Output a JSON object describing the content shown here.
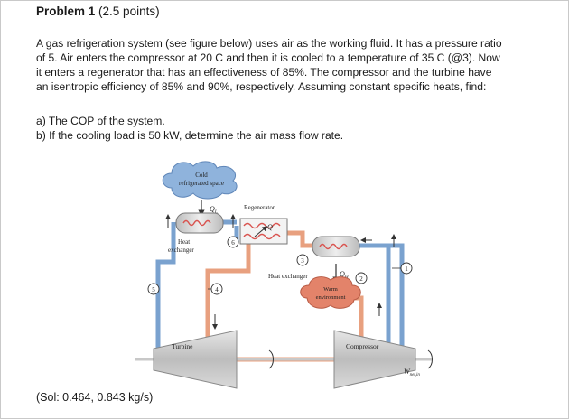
{
  "problem": {
    "heading": "Problem 1",
    "points": "(2.5 points)",
    "text_lines": [
      "A gas refrigeration system (see figure below) uses air as the working fluid. It has a pressure ratio",
      "of 5. Air enters the compressor at 20 C and then it is cooled to a temperature of 35 C (@3). Now",
      "it enters a regenerator that has an effectiveness of 85%. The compressor and the turbine have",
      "an isentropic efficiency of 85% and 90%, respectively. Assuming constant specific heats, find:"
    ],
    "questions": [
      "a) The COP of the system.",
      "b) If the cooling load is 50 kW, determine the air mass flow rate."
    ],
    "solution": "(Sol: 0.464, 0.843 kg/s)"
  },
  "figure": {
    "cold_space_line1": "Cold",
    "cold_space_line2": "refrigerated space",
    "q_low": "Q",
    "q_low_sub": "L",
    "regenerator": "Regenerator",
    "q_regen": "Q",
    "heat_exchanger_left_line1": "Heat",
    "heat_exchanger_left_line2": "exchanger",
    "heat_exchanger_right": "Heat exchanger",
    "q_high": "Q",
    "q_high_sub": "H",
    "warm_line1": "Warm",
    "warm_line2": "environment",
    "turbine": "Turbine",
    "compressor": "Compressor",
    "w_net": "W",
    "w_net_sub": "net,in",
    "states": [
      "1",
      "2",
      "3",
      "4",
      "5",
      "6"
    ]
  },
  "colors": {
    "cold_pipe": "#7aa2cf",
    "hot_pipe": "#e8a07f",
    "cloud_cold": "#8fb3dc",
    "cloud_warm": "#e3836a",
    "machine": "#cfcfcf"
  }
}
